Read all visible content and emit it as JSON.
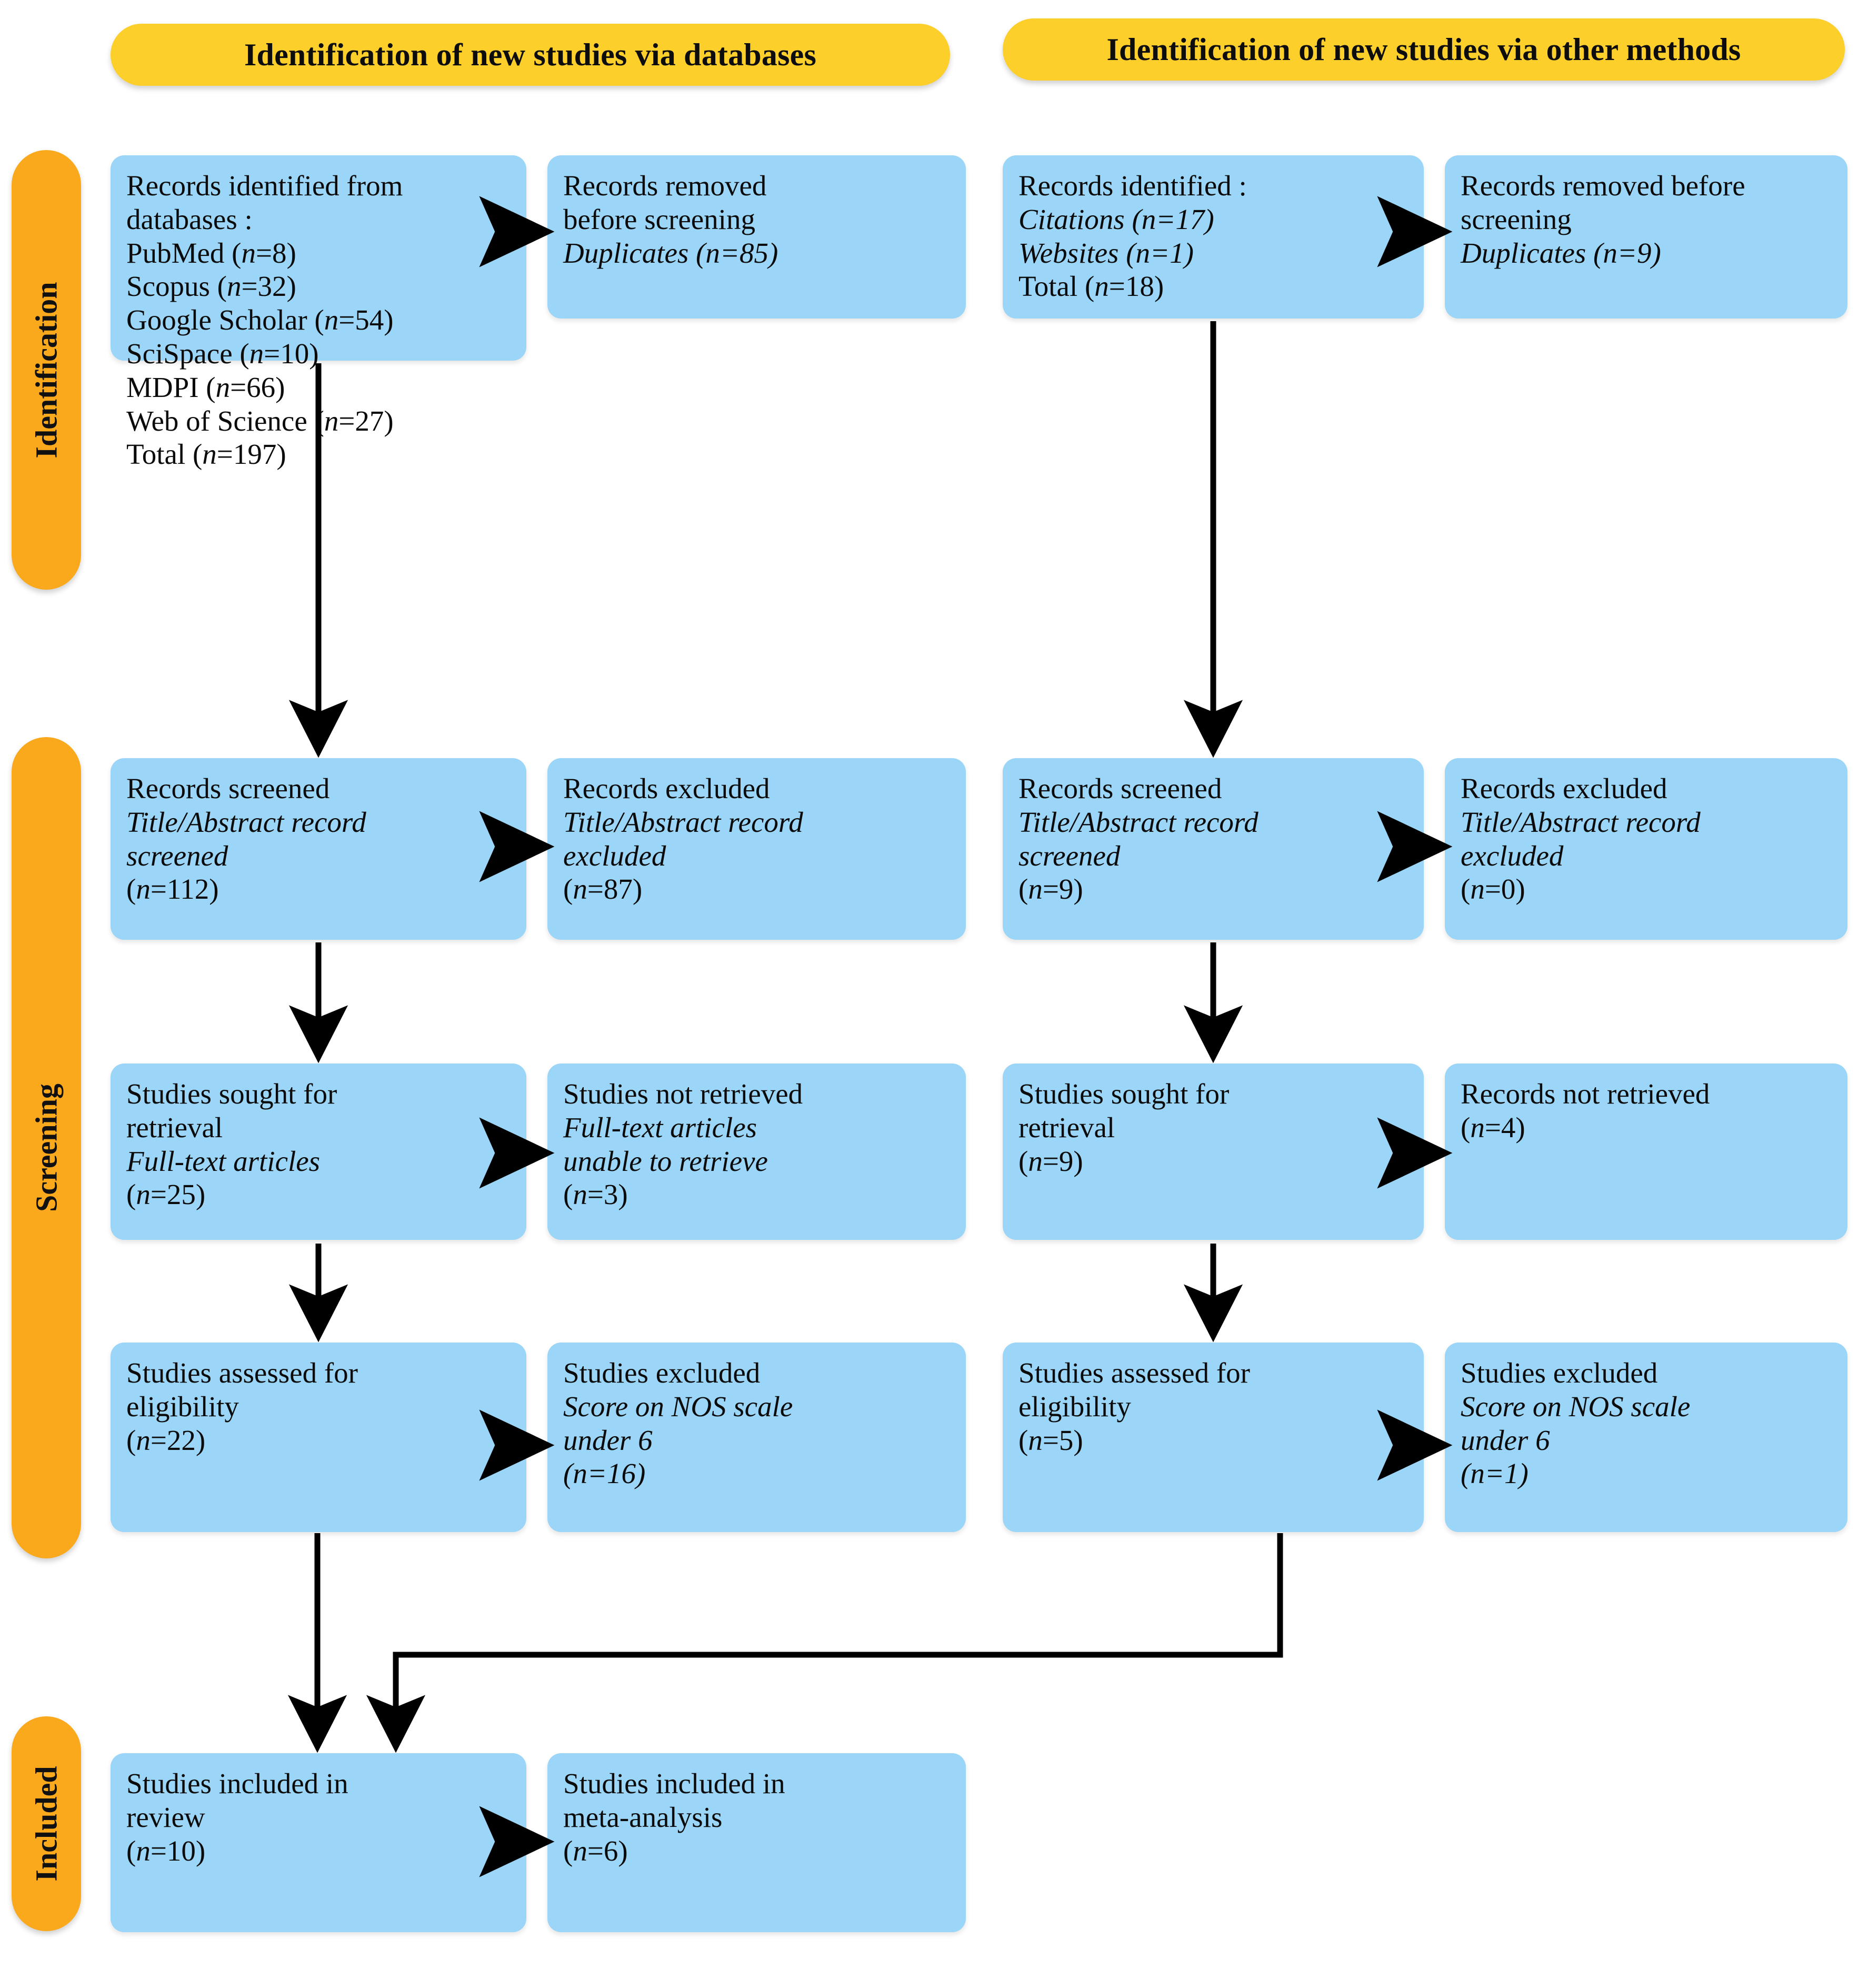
{
  "colors": {
    "header_bar": "#FDCF2B",
    "stage_bar": "#F9A91B",
    "box": "#9BD5F7",
    "text": "#0B0B0B",
    "arrow": "#000000",
    "background": "#FFFFFF"
  },
  "headers": [
    {
      "label": "Identification of new studies via databases"
    },
    {
      "label": "Identification of new studies via other methods"
    }
  ],
  "stages": [
    {
      "label": "Identification"
    },
    {
      "label": "Screening"
    },
    {
      "label": "Included"
    }
  ],
  "boxes": {
    "db_identified": {
      "lines": [
        "Records identified from",
        "databases :",
        "PubMed (n=8)",
        "Scopus (n=32)",
        "Google Scholar (n=54)",
        "SciSpace (n=10)",
        "MDPI (n=66)",
        "Web of Science (n=27)",
        "Total (n=197)"
      ]
    },
    "db_removed": {
      "lines": [
        "Records removed",
        "before screening",
        "Duplicates (n=85)"
      ]
    },
    "other_identified": {
      "lines": [
        "Records identified :",
        "Citations (n=17)",
        "Websites (n=1)",
        "Total (n=18)"
      ]
    },
    "other_removed": {
      "lines": [
        "Records removed before",
        "screening",
        "Duplicates (n=9)"
      ]
    },
    "db_screened": {
      "lines": [
        "Records screened",
        "Title/Abstract   record",
        "screened",
        "(n=112)"
      ]
    },
    "db_screen_excluded": {
      "lines": [
        "Records excluded",
        "Title/Abstract record",
        "excluded",
        "(n=87)"
      ]
    },
    "other_screened": {
      "lines": [
        "Records screened",
        "Title/Abstract   record",
        "screened",
        "(n=9)"
      ]
    },
    "other_screen_excluded": {
      "lines": [
        "Records excluded",
        "Title/Abstract record",
        "excluded",
        "(n=0)"
      ]
    },
    "db_sought": {
      "lines": [
        "Studies sought for",
        "retrieval",
        "Full-text articles",
        "(n=25)"
      ]
    },
    "db_not_retrieved": {
      "lines": [
        "Studies not retrieved",
        "Full-text articles",
        "unable to retrieve",
        "(n=3)"
      ]
    },
    "other_sought": {
      "lines": [
        "Studies sought for",
        "retrieval",
        "(n=9)"
      ]
    },
    "other_not_retrieved": {
      "lines": [
        "Records not retrieved",
        "(n=4)"
      ]
    },
    "db_assessed": {
      "lines": [
        "Studies assessed for",
        "eligibility",
        "(n=22)"
      ]
    },
    "db_excluded": {
      "lines": [
        "Studies excluded",
        "Score on NOS scale",
        "under 6",
        "(n=16)"
      ]
    },
    "other_assessed": {
      "lines": [
        "Studies assessed for",
        "eligibility",
        "(n=5)"
      ]
    },
    "other_excluded": {
      "lines": [
        "Studies excluded",
        "Score on NOS scale",
        "under 6",
        "(n=1)"
      ]
    },
    "included_review": {
      "lines": [
        "Studies included in",
        "review",
        "(n=10)"
      ]
    },
    "included_meta": {
      "lines": [
        "Studies included in",
        "meta-analysis",
        "(n=6)"
      ]
    }
  }
}
